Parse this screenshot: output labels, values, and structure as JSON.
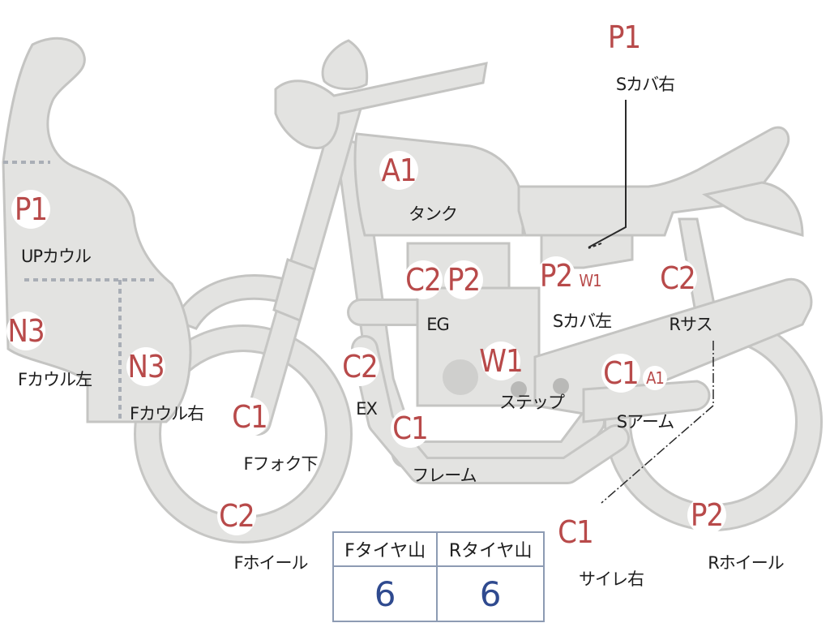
{
  "diagram": {
    "markers": {
      "p1_top": "P1",
      "p1_cowl": "P1",
      "a1_tank": "A1",
      "c2_eg": "C2",
      "p2_eg": "P2",
      "p2_scover_l": "P2",
      "w1_scover_l": "W1",
      "c2_rsus": "C2",
      "n3_cowl_l": "N3",
      "n3_cowl_r": "N3",
      "c2_ex": "C2",
      "w1_step": "W1",
      "c1_sarm": "C1",
      "a1_sarm": "A1",
      "c1_ffork": "C1",
      "c1_frame": "C1",
      "c2_fwheel": "C2",
      "c1_muffler": "C1",
      "p2_rwheel": "P2"
    },
    "labels": {
      "scover_r": "Sカバ右",
      "up_cowl": "UPカウル",
      "tank": "タンク",
      "eg": "EG",
      "scover_l": "Sカバ左",
      "rsus": "Rサス",
      "fcowl_l": "Fカウル左",
      "fcowl_r": "Fカウル右",
      "ex": "EX",
      "step": "ステップ",
      "sarm": "Sアーム",
      "ffork": "Fフォク下",
      "frame": "フレーム",
      "fwheel": "Fホイール",
      "muffler": "サイレ右",
      "rwheel": "Rホイール"
    }
  },
  "tyre_table": {
    "headers": [
      "Fタイヤ山",
      "Rタイヤ山"
    ],
    "values": [
      "6",
      "6"
    ]
  },
  "colors": {
    "part_fill": "#e3e3e1",
    "part_stroke": "#c4c4c2",
    "marker_text": "#b84a4a",
    "value_text": "#2f4a8f",
    "table_border": "#8d9bb3"
  }
}
